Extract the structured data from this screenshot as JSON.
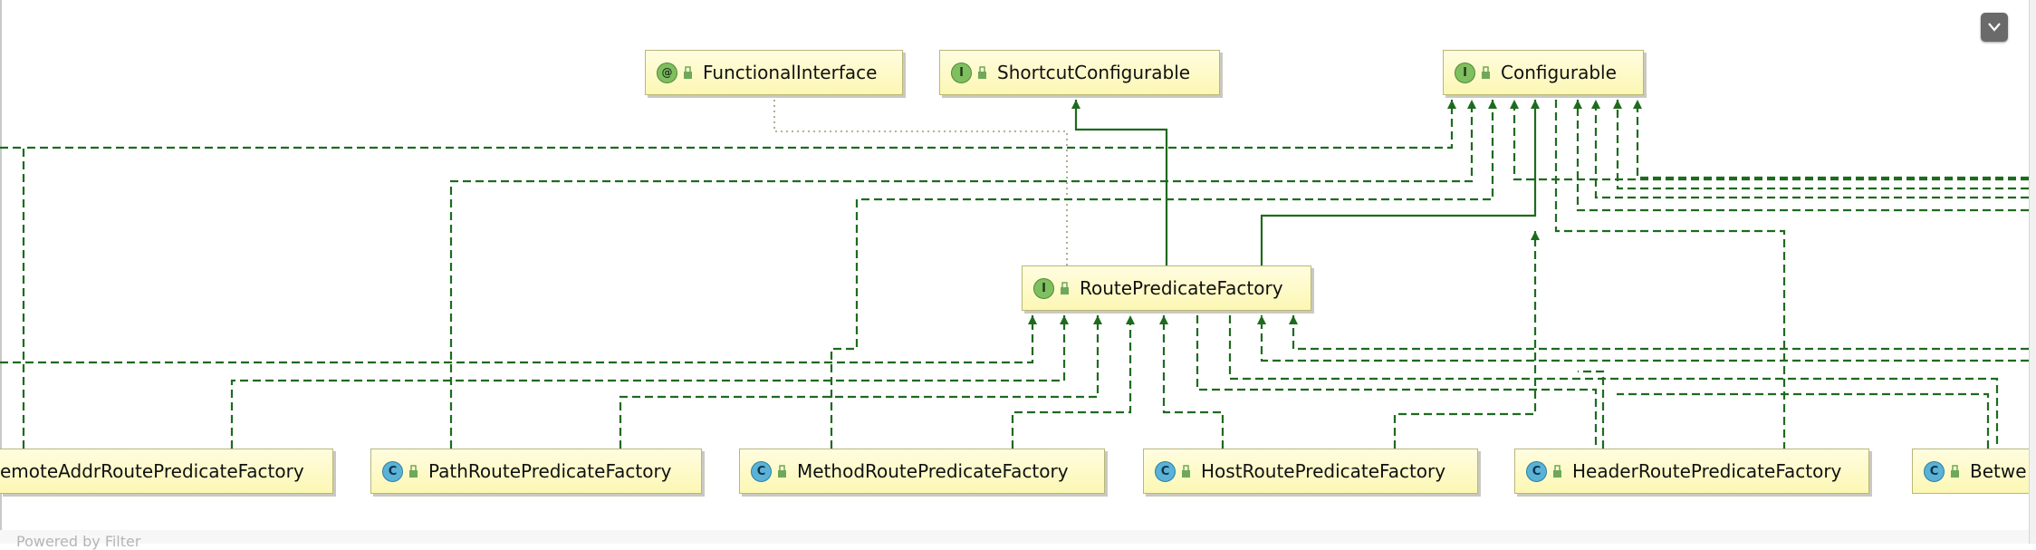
{
  "diagram": {
    "interfaces": {
      "functional_interface": "FunctionalInterface",
      "shortcut_configurable": "ShortcutConfigurable",
      "configurable": "Configurable",
      "route_predicate_factory": "RoutePredicateFactory"
    },
    "classes": {
      "remote_addr": "emoteAddrRoutePredicateFactory",
      "path": "PathRoutePredicateFactory",
      "method": "MethodRoutePredicateFactory",
      "host": "HostRoutePredicateFactory",
      "header": "HeaderRoutePredicateFactory",
      "between": "Betwe"
    },
    "badges": {
      "interface": "I",
      "annotation": "@",
      "class": "C"
    },
    "colors": {
      "edge": "#1e6b1e",
      "dotted_edge": "#9a9a7a",
      "node_fill": "#fcf7b3",
      "node_border": "#b9b77a"
    }
  },
  "footer": {
    "partial_text": "Powered by Filter"
  },
  "toolbar": {
    "collapse_icon": "chevron-down-icon"
  }
}
